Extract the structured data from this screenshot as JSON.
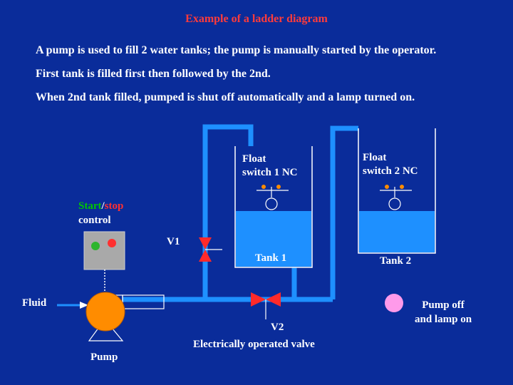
{
  "title": "Example of a ladder diagram",
  "description": [
    "A pump is used to fill 2 water tanks; the pump is manually started by the operator.",
    "First tank is filled first then followed by the 2nd.",
    "When 2nd tank filled,  pumped is shut off automatically and a lamp turned on."
  ],
  "labels": {
    "float1_line1": "Float",
    "float1_line2": "switch 1 NC",
    "float2_line1": "Float",
    "float2_line2": "switch 2 NC",
    "start_word": "Start",
    "slash": "/",
    "stop_word": "stop",
    "control": "control",
    "v1": "V1",
    "tank1": "Tank 1",
    "tank2": "Tank 2",
    "fluid": "Fluid",
    "pump": "Pump",
    "v2": "V2",
    "electric_valve": "Electrically operated valve",
    "pump_off_line1": "Pump off",
    "pump_off_line2": "and lamp on"
  },
  "colors": {
    "background": "#0a2c9a",
    "title": "#ff3b3b",
    "pipe": "#1e90ff",
    "water": "#1e90ff",
    "valve": "#ff2a2a",
    "pump": "#ff8c00",
    "lamp": "#ff9aea",
    "start_button": "#2db52d",
    "stop_button": "#ff3030",
    "start_text": "#00c800",
    "stop_text": "#ff3030"
  }
}
